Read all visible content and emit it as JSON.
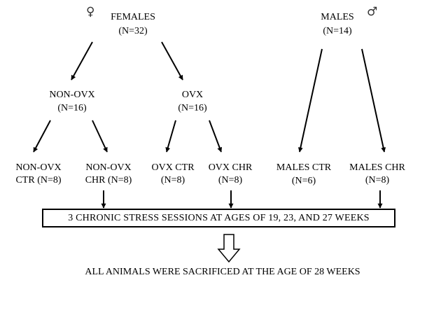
{
  "colors": {
    "ink": "#000000",
    "background": "#ffffff"
  },
  "females": {
    "symbol": "♀",
    "title": "FEMALES",
    "n": "(N=32)"
  },
  "males": {
    "symbol": "♂",
    "title": "MALES",
    "n": "(N=14)"
  },
  "non_ovx": {
    "title": "NON-OVX",
    "n": "(N=16)"
  },
  "ovx": {
    "title": "OVX",
    "n": "(N=16)"
  },
  "groups": {
    "non_ovx_ctr": {
      "line1": "NON-OVX",
      "line2": "CTR (N=8)"
    },
    "non_ovx_chr": {
      "line1": "NON-OVX",
      "line2": "CHR (N=8)"
    },
    "ovx_ctr": {
      "line1": "OVX CTR",
      "line2": "(N=8)"
    },
    "ovx_chr": {
      "line1": "OVX CHR",
      "line2": "(N=8)"
    },
    "males_ctr": {
      "line1": "MALES CTR",
      "line2": "(N=6)"
    },
    "males_chr": {
      "line1": "MALES CHR",
      "line2": "(N=8)"
    }
  },
  "stress_box": "3 CHRONIC STRESS SESSIONS AT AGES OF 19, 23, AND 27 WEEKS",
  "conclusion": "ALL ANIMALS WERE SACRIFICED AT THE AGE OF 28 WEEKS"
}
